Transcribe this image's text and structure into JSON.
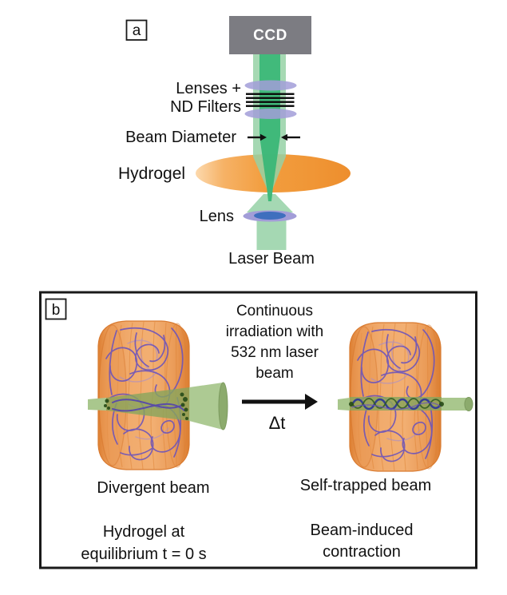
{
  "panel_a": {
    "tag": "a",
    "ccd": "CCD",
    "lenses_nd_line1": "Lenses +",
    "lenses_nd_line2": "ND Filters",
    "beam_diameter": "Beam Diameter",
    "hydrogel": "Hydrogel",
    "lens": "Lens",
    "laser_beam": "Laser Beam"
  },
  "panel_b": {
    "tag": "b",
    "irradiation_line1": "Continuous",
    "irradiation_line2": "irradiation with",
    "irradiation_line3": "532 nm laser",
    "irradiation_line4": "beam",
    "delta_t": "Δt",
    "left_caption": "Divergent beam",
    "left_sub_line1": "Hydrogel at",
    "left_sub_line2": "equilibrium t = 0 s",
    "right_caption": "Self-trapped beam",
    "right_sub_line1": "Beam-induced",
    "right_sub_line2": "contraction"
  },
  "colors": {
    "ccd_gray": "#7c7c82",
    "beam_green_bright": "#3bb878",
    "beam_green_light": "#96d2a6",
    "beam_green_panel_b": "#a9c78d",
    "beam_green_in_gel": "#87a55c",
    "hydrogel_orange": "#f29d3e",
    "cylinder_orange": "#f1a969",
    "cylinder_orange_edge": "#d8772b",
    "polymer_purple": "#6b53bc",
    "lens_lavender": "#a29dd8",
    "lens_blue": "#3a6dbd",
    "dark_scatter_green": "#2c4f1b"
  }
}
